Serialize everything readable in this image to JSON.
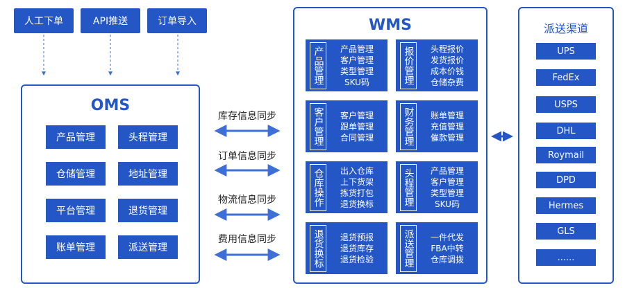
{
  "sources": [
    "人工下单",
    "API推送",
    "订单导入"
  ],
  "oms": {
    "title": "OMS",
    "items": [
      "产品管理",
      "头程管理",
      "仓储管理",
      "地址管理",
      "平台管理",
      "退货管理",
      "账单管理",
      "派送管理"
    ]
  },
  "sync": [
    "库存信息同步",
    "订单信息同步",
    "物流信息同步",
    "费用信息同步"
  ],
  "wms": {
    "title": "WMS",
    "cards": [
      {
        "tag": "产品管理",
        "items": [
          "产品管理",
          "客户管理",
          "类型管理",
          "SKU码"
        ]
      },
      {
        "tag": "报价管理",
        "items": [
          "头程报价",
          "发货报价",
          "成本价钱",
          "仓储杂费"
        ]
      },
      {
        "tag": "客户管理",
        "items": [
          "客户管理",
          "跟单管理",
          "合同管理"
        ]
      },
      {
        "tag": "财务管理",
        "items": [
          "账单管理",
          "充值管理",
          "催款管理"
        ]
      },
      {
        "tag": "仓库操作",
        "items": [
          "出入仓库",
          "上下货架",
          "拣货打包",
          "退货换标"
        ]
      },
      {
        "tag": "头程管理",
        "items": [
          "产品管理",
          "客户管理",
          "类型管理",
          "SKU码"
        ]
      },
      {
        "tag": "退货换标",
        "items": [
          "退货预报",
          "退货库存",
          "退货检验"
        ]
      },
      {
        "tag": "派送管理",
        "items": [
          "一件代发",
          "FBA中转",
          "仓库调拨"
        ]
      }
    ]
  },
  "channels": {
    "title": "派送渠道",
    "items": [
      "UPS",
      "FedEx",
      "USPS",
      "DHL",
      "Roymail",
      "DPD",
      "Hermes",
      "GLS",
      "......"
    ]
  },
  "colors": {
    "primary": "#2457c5",
    "arrow": "#3d6fd6"
  }
}
